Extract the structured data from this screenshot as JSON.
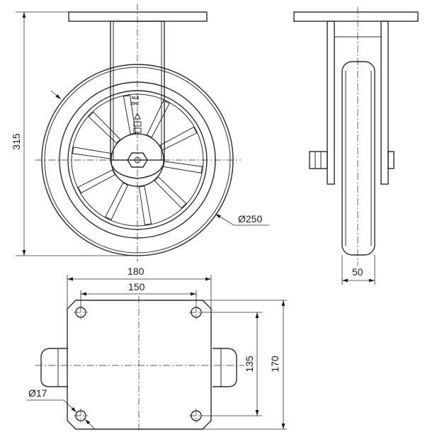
{
  "drawing": {
    "title": "",
    "dimensions": {
      "overall_height": "315",
      "wheel_diameter": "Ø250",
      "wheel_width": "50",
      "plate_width": "180",
      "bolt_spacing_x": "150",
      "bolt_spacing_y": "135",
      "plate_length": "170",
      "bolt_hole_diameter": "Ø17"
    },
    "stamp": {
      "line1": "NLB",
      "line2": "25HZ"
    }
  }
}
